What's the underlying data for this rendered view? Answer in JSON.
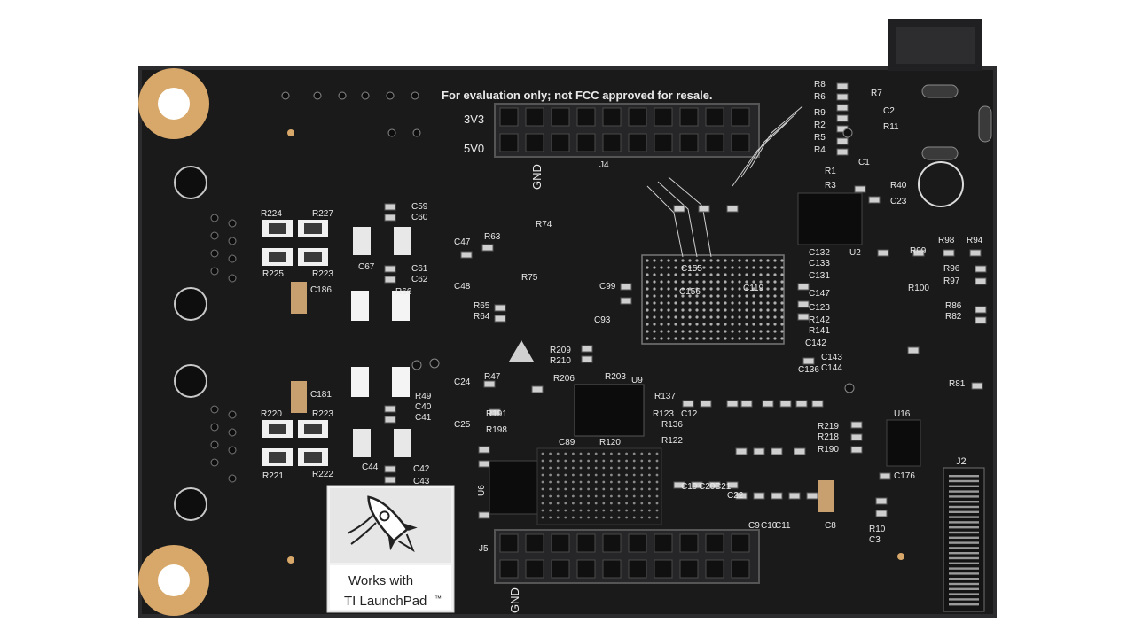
{
  "photo": {
    "subject": "LaunchPad BoosterPack PCB bottom side",
    "colors": {
      "board": "#1a1a1b",
      "pad_gold": "#d8a86a",
      "silkscreen": "#e9e9e9",
      "header": "#2a2a2a",
      "background": "#ffffff"
    }
  },
  "board": {
    "notice": "For evaluation only; not FCC approved for resale.",
    "header_top": {
      "label_3v3": "3V3",
      "label_5v0": "5V0",
      "label_gnd": "GND",
      "ref": "J4"
    },
    "header_bottom": {
      "ref": "J5",
      "label_gnd": "GND"
    },
    "connector_right_ref": "J2",
    "chips": {
      "u2": "U2",
      "u16": "U16",
      "u9": "U9",
      "u6": "U6"
    },
    "left_labels": [
      "R224",
      "R227",
      "R225",
      "R223",
      "C59",
      "C60",
      "C61",
      "C62",
      "C67",
      "C186",
      "R66",
      "R220",
      "R223",
      "R221",
      "R222",
      "C181",
      "C44",
      "R49",
      "C40",
      "C41",
      "C42",
      "C43"
    ],
    "right_labels": [
      "R8",
      "R6",
      "R9",
      "R2",
      "R5",
      "R4",
      "R7",
      "C2",
      "R11",
      "C1",
      "R1",
      "R3",
      "R40",
      "C23",
      "R99",
      "R98",
      "R94",
      "R96",
      "R97",
      "R100",
      "R86",
      "R82",
      "R81",
      "R219",
      "R218",
      "R190",
      "C176",
      "R10",
      "C3"
    ],
    "center_labels": [
      "R74",
      "R63",
      "C47",
      "C48",
      "R75",
      "R65",
      "R64",
      "R209",
      "R210",
      "C24",
      "R47",
      "C25",
      "R191",
      "R198",
      "R206",
      "R203",
      "R120",
      "C89",
      "R137",
      "R123",
      "R136",
      "R122",
      "C12",
      "C19",
      "C20",
      "C21",
      "C22",
      "C9",
      "C10",
      "C11",
      "C8",
      "C132",
      "C133",
      "C131",
      "C147",
      "C123",
      "R142",
      "R141",
      "C142",
      "C143",
      "C144",
      "C136",
      "C155",
      "C156",
      "C119",
      "C99",
      "C93"
    ],
    "badge": {
      "line1": "Works with",
      "line2": "TI LaunchPad",
      "tm": "™"
    }
  }
}
